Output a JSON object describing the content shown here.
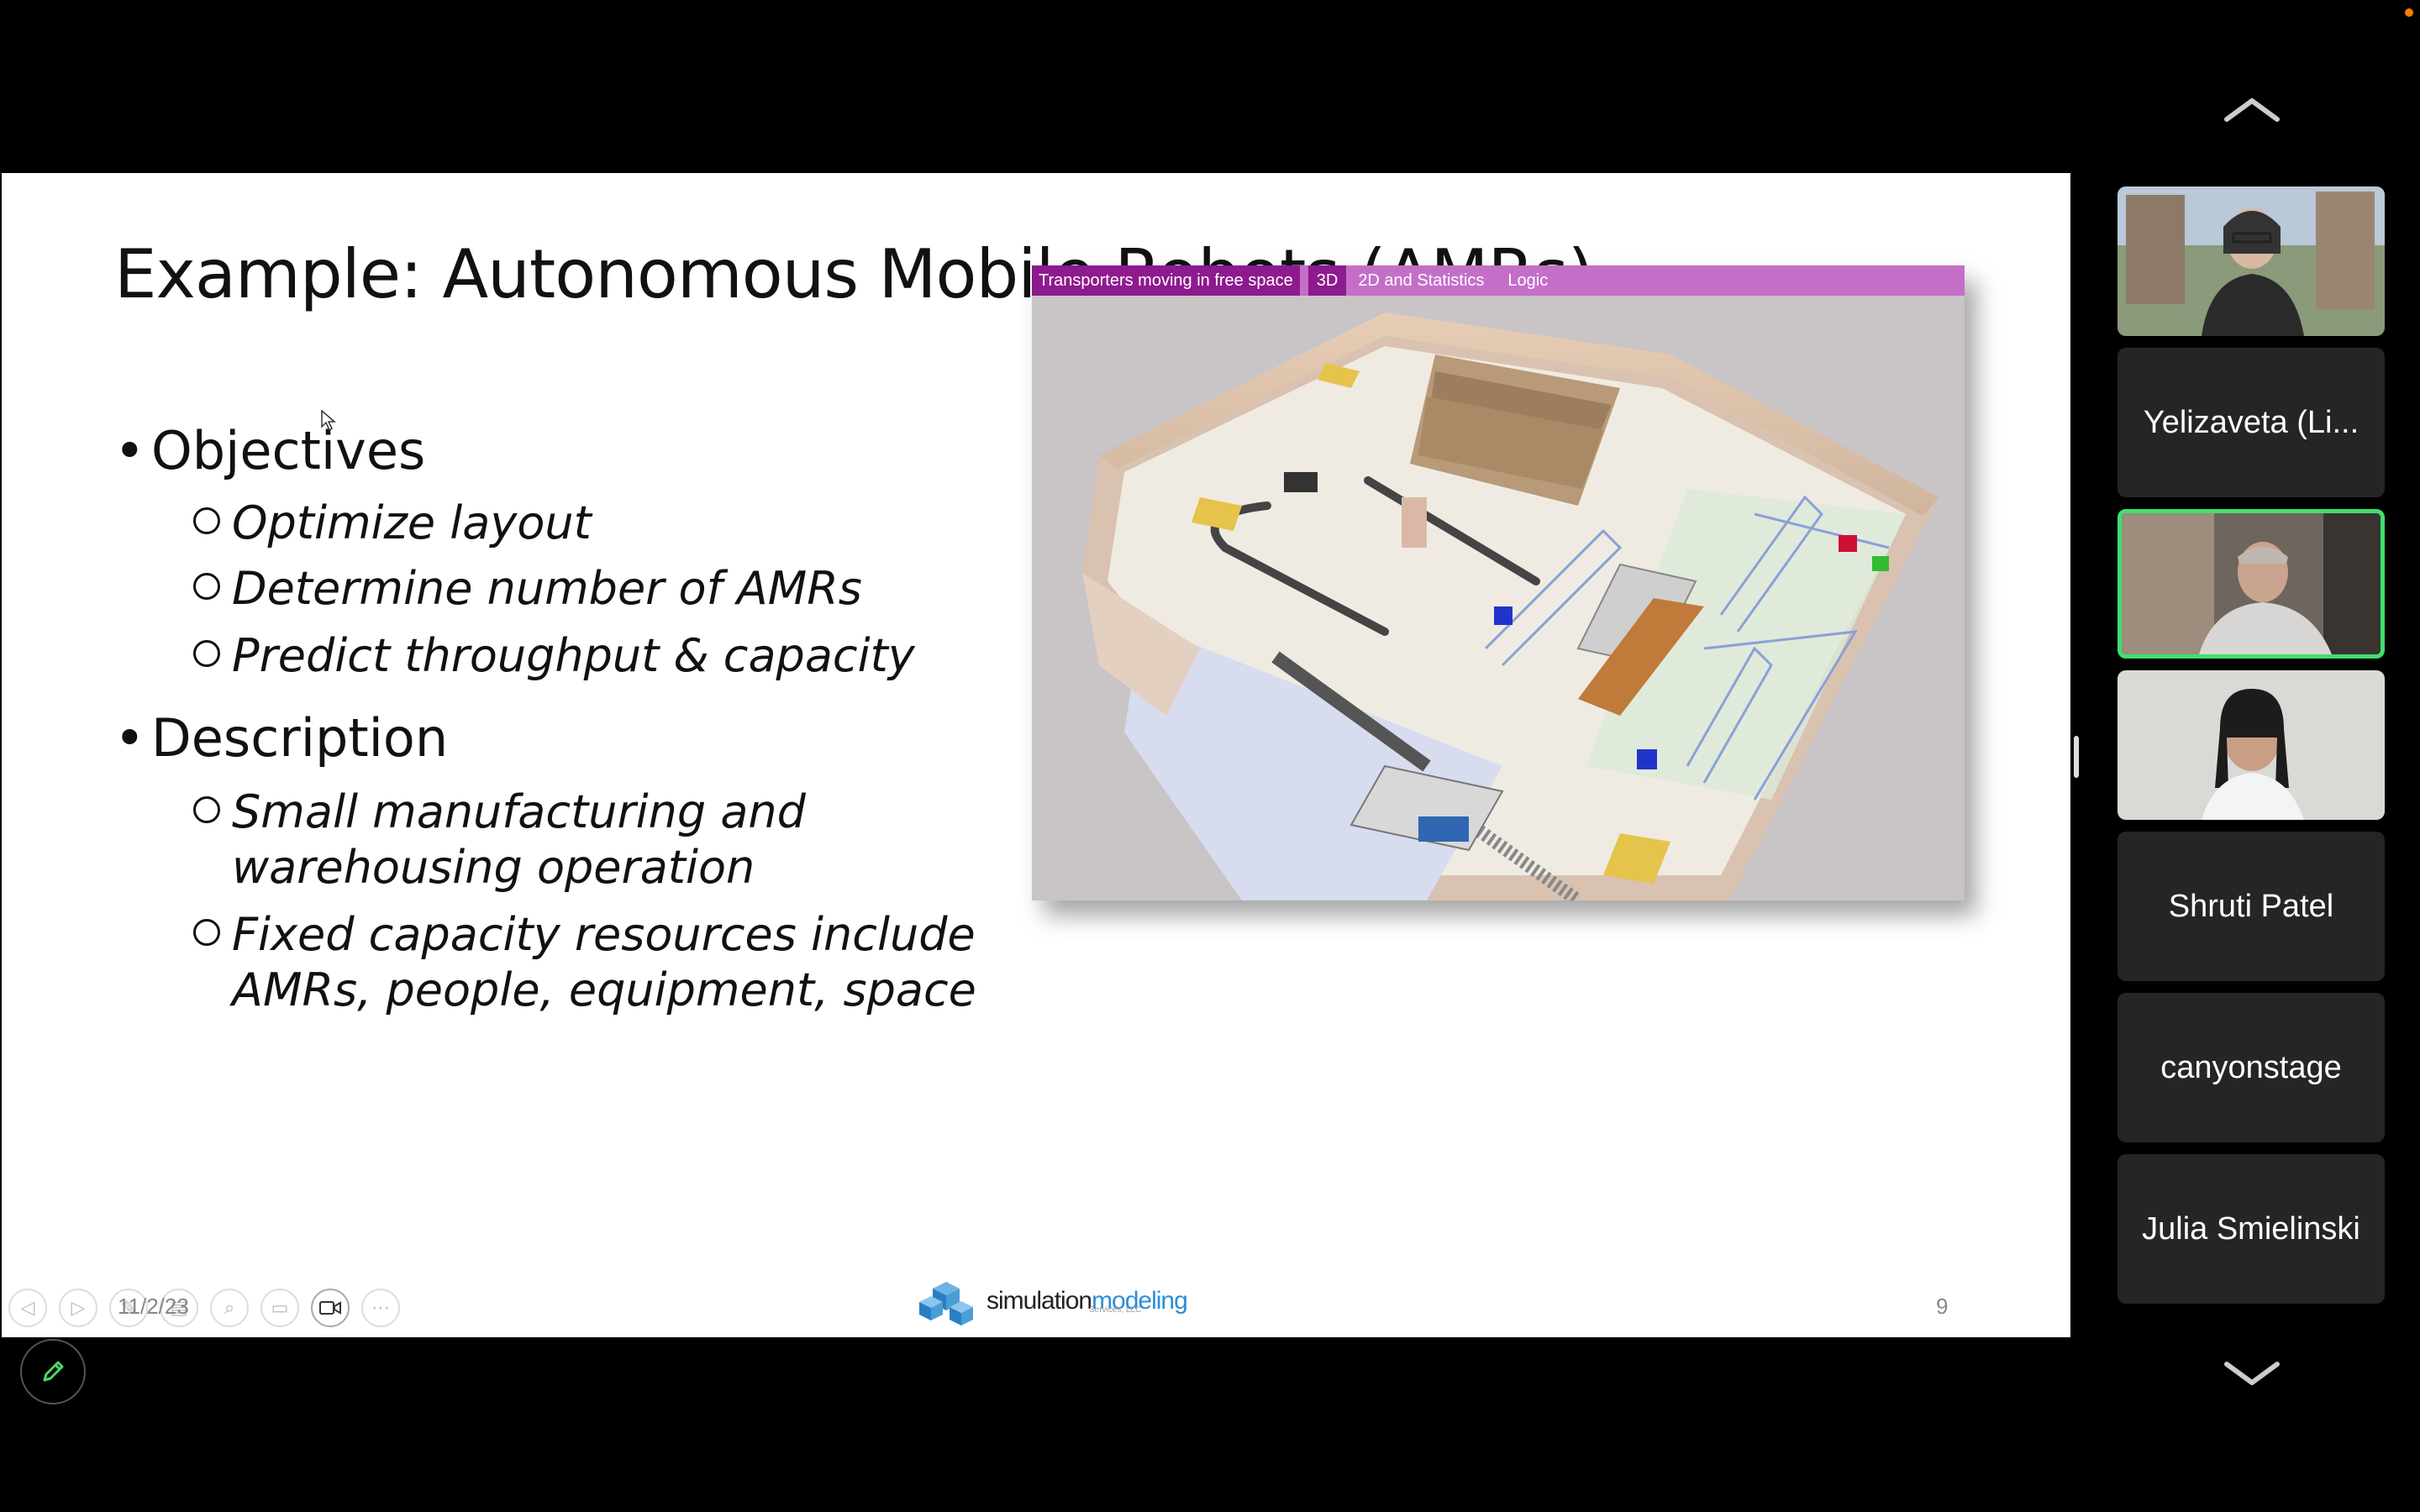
{
  "slide": {
    "title": "Example: Autonomous Mobile Robots (AMRs)",
    "bullets": [
      {
        "text": "Objectives",
        "items": [
          "Optimize layout",
          "Determine number of AMRs",
          "Predict throughput & capacity"
        ]
      },
      {
        "text": "Description",
        "items": [
          {
            "line1": "Small manufacturing and",
            "line2": "warehousing operation"
          },
          {
            "line1": "Fixed capacity resources include",
            "line2": "AMRs, people, equipment, space"
          }
        ]
      }
    ],
    "bullet_glyph": "•",
    "date": "11/2/23",
    "page_number": "9",
    "logo": {
      "part1": "simulation",
      "part2": "modeling",
      "sub": "Services, LLC"
    }
  },
  "simulation": {
    "tabs": [
      "Transporters moving in free space",
      "3D",
      "2D and Statistics",
      "Logic"
    ],
    "active_tab": "3D",
    "colors": {
      "bar": "#c46ec8",
      "active": "#8e1a8e"
    }
  },
  "participants": [
    {
      "name": "",
      "type": "video"
    },
    {
      "name": "Yelizaveta (Li...",
      "type": "name"
    },
    {
      "name": "",
      "type": "video",
      "speaking": true
    },
    {
      "name": "",
      "type": "video"
    },
    {
      "name": "Shruti Patel",
      "type": "name"
    },
    {
      "name": "canyonstage",
      "type": "name"
    },
    {
      "name": "Julia Smielinski",
      "type": "name"
    }
  ],
  "colors": {
    "active_speaker_border": "#3ee070",
    "tile_bg": "#252525",
    "logo_blue": "#2a8fd6"
  }
}
